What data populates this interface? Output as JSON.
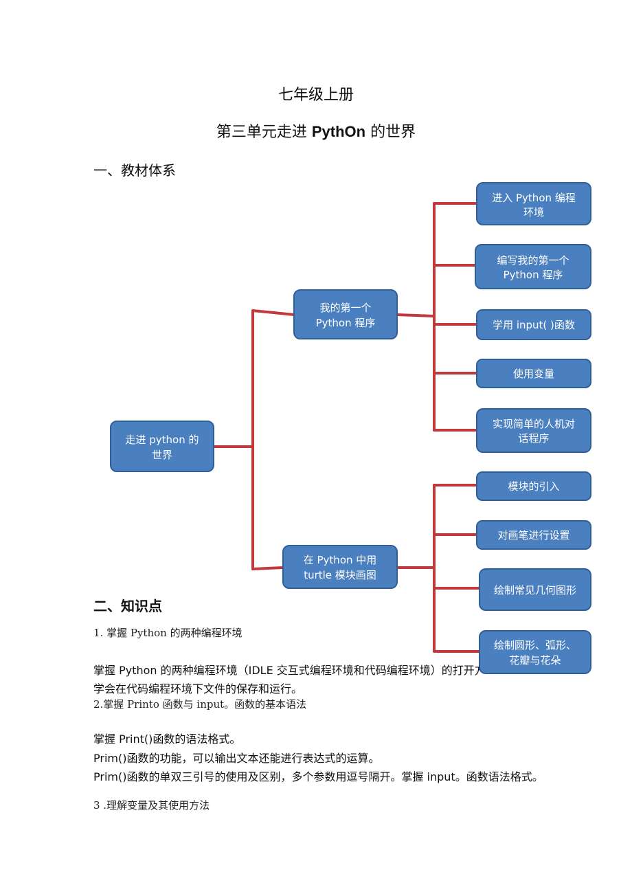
{
  "title": "七年级上册",
  "subtitle_prefix": "第三单元走进 ",
  "subtitle_brand": "PythOn",
  "subtitle_suffix": " 的世界",
  "section1": "一、教材体系",
  "section2": "二、知识点",
  "diagram": {
    "root": [
      "走进 python 的",
      "世界"
    ],
    "branch1": [
      "我的第一个",
      "Python 程序"
    ],
    "branch2": [
      "在 Python 中用",
      "turtle 模块画图"
    ],
    "b1_children": [
      [
        "进入 Python 编程",
        "环境"
      ],
      [
        "编写我的第一个",
        "Python 程序"
      ],
      [
        "学用 input( )函数"
      ],
      [
        "使用变量"
      ],
      [
        "实现简单的人机对",
        "话程序"
      ]
    ],
    "b2_children": [
      [
        "模块的引入"
      ],
      [
        "对画笔进行设置"
      ],
      [
        "绘制常见几何图形"
      ],
      [
        "绘制圆形、弧形、",
        "花瓣与花朵"
      ]
    ]
  },
  "items": {
    "item1": "1. 掌握 Python 的两种编程环境",
    "item1_line1": "掌握 Python 的两种编程环境（IDLE 交互式编程环境和代码编程环境）的打开方",
    "item1_line2": "学会在代码编程环境下文件的保存和运行。",
    "item2": "2.掌握 Printo 函数与 input。函数的基本语法",
    "item2_line1": "掌握 Print()函数的语法格式。",
    "item2_line2": "Prim()函数的功能，可以输出文本还能进行表达式的运算。",
    "item2_line3": "Prim()函数的单双三引号的使用及区别，多个参数用逗号隔开。掌握 input。函数语法格式。",
    "item3": "3   .理解变量及其使用方法"
  }
}
